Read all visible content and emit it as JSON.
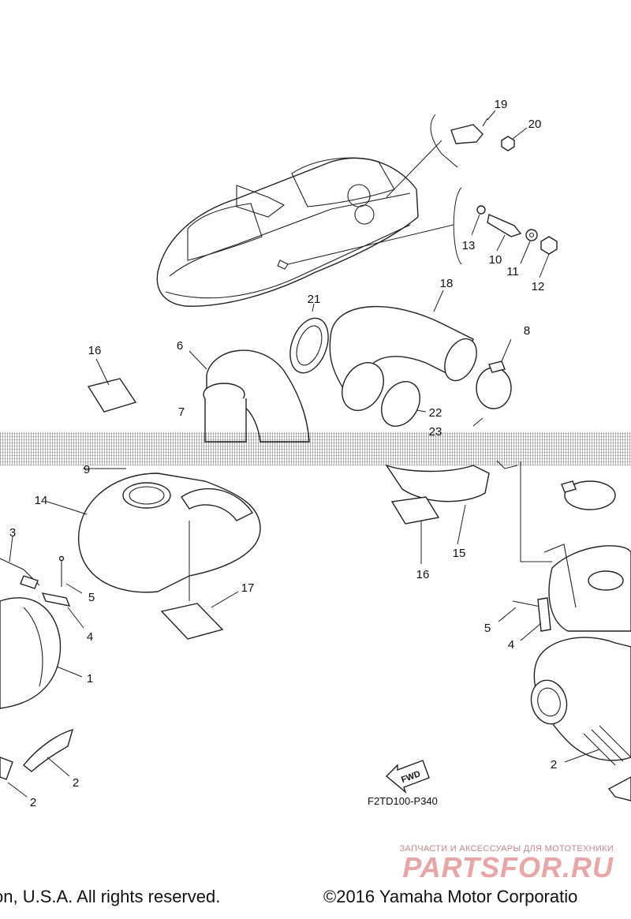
{
  "callouts": {
    "n1": "1",
    "n2": "2",
    "n3": "3",
    "n4": "4",
    "n5": "5",
    "n6": "6",
    "n7": "7",
    "n8": "8",
    "n9": "9",
    "n10": "10",
    "n11": "11",
    "n12": "12",
    "n13": "13",
    "n14": "14",
    "n15": "15",
    "n16": "16",
    "n17": "17",
    "n18": "18",
    "n19": "19",
    "n20": "20",
    "n21": "21",
    "n22": "22",
    "n23": "23"
  },
  "fwd_label": "FWD",
  "reference_code": "F2TD100-P340",
  "watermark": {
    "tagline": "ЗАПЧАСТИ И АКСЕССУАРЫ ДЛЯ МОТОТЕХНИКИ",
    "logo": "PARTSFOR.RU"
  },
  "copyright": {
    "left": "on, U.S.A. All rights reserved.",
    "right": "©2016 Yamaha Motor Corporatio"
  }
}
